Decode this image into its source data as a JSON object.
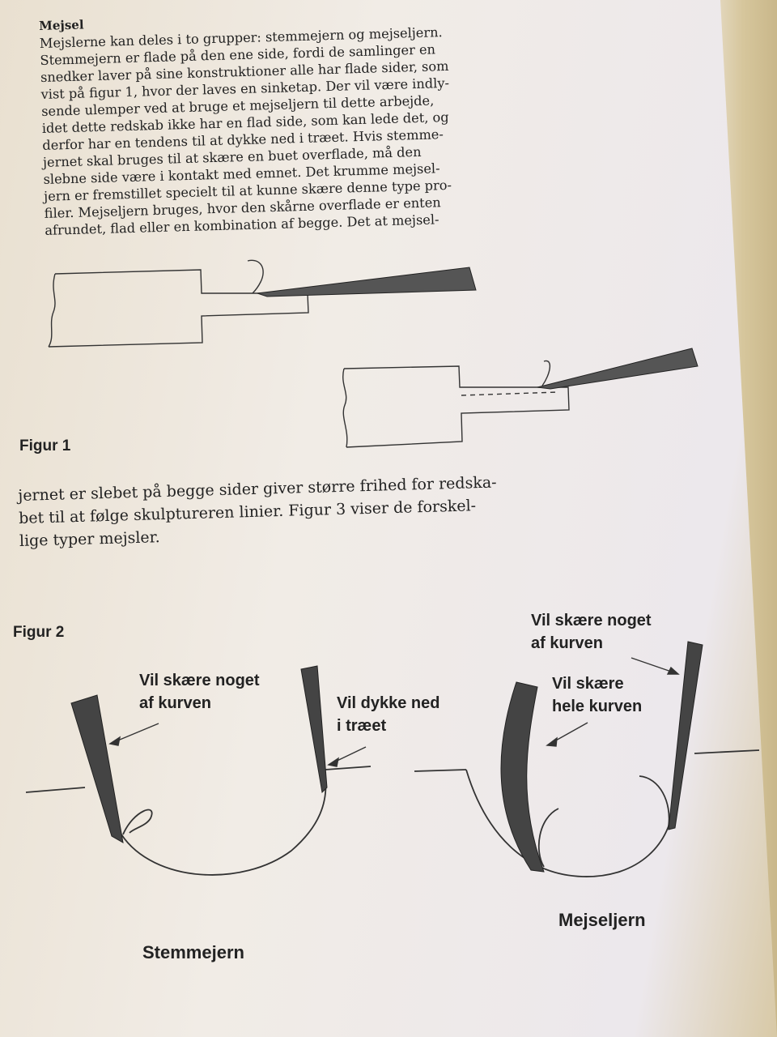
{
  "text": {
    "heading": "Mejsel",
    "lines": [
      "Mejslerne kan deles i to grupper: stemmejern og mejseljern.",
      "   Stemmejern er flade på den ene side, fordi de samlinger en",
      "snedker laver på sine konstruktioner alle har flade sider, som",
      "vist på figur 1, hvor der laves en sinketap. Der vil være indly-",
      "sende ulemper ved at bruge et mejseljern til dette arbejde,",
      "idet dette redskab ikke har en flad side, som kan lede det, og",
      "derfor har en tendens til at dykke ned i træet. Hvis stemme-",
      "jernet skal bruges til at skære en buet overflade, må den",
      "slebne side være i kontakt med emnet. Det krumme mejsel-",
      "jern er fremstillet specielt til at kunne skære denne type pro-",
      "filer. Mejseljern bruges, hvor den skårne overflade er enten",
      "afrundet, flad eller en kombination af begge. Det at mejsel-"
    ],
    "continuation": [
      "jernet er slebet på begge sider giver større frihed for redska-",
      "bet til at følge skulptureren linier. Figur 3 viser de forskel-",
      "lige typer mejsler."
    ]
  },
  "figure1": {
    "label": "Figur 1"
  },
  "figure2": {
    "label": "Figur 2",
    "left": {
      "caption": "Stemmejern",
      "annotation_a": [
        "Vil skære noget",
        "af kurven"
      ],
      "annotation_b": [
        "Vil dykke ned",
        "i træet"
      ]
    },
    "right": {
      "caption": "Mejseljern",
      "annotation_a": [
        "Vil skære noget",
        "af kurven"
      ],
      "annotation_b": [
        "Vil skære",
        "hele kurven"
      ]
    }
  }
}
